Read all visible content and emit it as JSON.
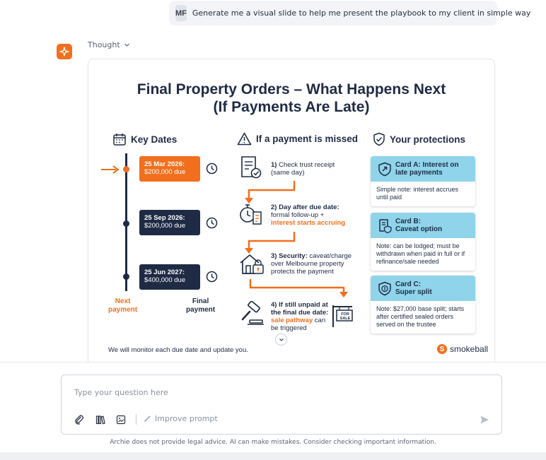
{
  "user_message": {
    "avatar_initials": "MF",
    "text": "Generate me a visual slide to help me present the playbook to my client in simple way"
  },
  "assistant": {
    "thought_label": "Thought",
    "logo_icon": "sparkle-icon",
    "accent_color": "#f26f1d"
  },
  "slide": {
    "title_line1": "Final Property Orders – What Happens Next",
    "title_line2": "(If Payments Are Late)",
    "columns": {
      "key_dates": "Key Dates",
      "missed": "If a payment is missed",
      "protections": "Your protections"
    },
    "timeline": {
      "dates": [
        {
          "date": "25 Mar 2026:",
          "amount": "$200,000 due",
          "color": "#f26f1d"
        },
        {
          "date": "25 Sep 2026:",
          "amount": "$200,000 due",
          "color": "#1f2b45"
        },
        {
          "date": "25 Jun 2027:",
          "amount": "$400,000 due",
          "color": "#1f2b45"
        }
      ],
      "next_payment_line1": "Next",
      "next_payment_line2": "payment",
      "final_payment_line1": "Final",
      "final_payment_line2": "payment"
    },
    "steps": [
      {
        "bold": "1)",
        "text1": " Check trust receipt",
        "text2": "(same day)"
      },
      {
        "bold": "2) Day after due date:",
        "text1": "formal follow-up +",
        "highlight": "interest starts accruing"
      },
      {
        "bold": "3) Security:",
        "text0": " caveat/charge",
        "text1": "over Melbourne property",
        "text2": "protects the payment"
      },
      {
        "bold1": "4) If still unpaid at",
        "bold2": "the final due date:",
        "highlight": "sale pathway",
        "text_after": " can",
        "text2": "be triggered"
      }
    ],
    "for_sale_sign": "FOR SALE",
    "cards": [
      {
        "title1": "Card A: Interest on",
        "title2": "late payments",
        "body": "Simple note: interest accrues until paid"
      },
      {
        "title1": "Card B:",
        "title2": "Caveat option",
        "body": "Note: can be lodged; must be withdrawn when paid in full or if refinance/sale needed"
      },
      {
        "title1": "Card C:",
        "title2": "Super split",
        "body": "Note: $27,000 base split; starts after certified sealed orders served on the trustee"
      }
    ],
    "footer_note": "We will monitor each due date and update you.",
    "brand": "smokeball",
    "brand_mark": "S"
  },
  "composer": {
    "placeholder": "Type your question here",
    "improve_label": "Improve prompt",
    "tools": [
      "attach-icon",
      "library-icon",
      "image-icon"
    ]
  },
  "disclaimer": "Archie does not provide legal advice. AI can make mistakes. Consider checking important information."
}
